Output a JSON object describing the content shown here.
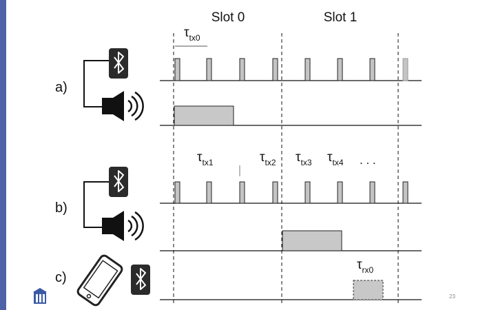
{
  "slot_labels": [
    "Slot 0",
    "Slot 1"
  ],
  "row_labels": [
    "a)",
    "b)",
    "c)"
  ],
  "tau_labels": {
    "tx0": {
      "base": "τ",
      "sub": "tx0"
    },
    "tx1": {
      "base": "τ",
      "sub": "tx1"
    },
    "tx2": {
      "base": "τ",
      "sub": "tx2"
    },
    "tx3": {
      "base": "τ",
      "sub": "tx3"
    },
    "tx4": {
      "base": "τ",
      "sub": "tx4"
    },
    "rx0": {
      "base": "τ",
      "sub": "rx0"
    }
  },
  "ellipsis": ". . .",
  "page_number": "23",
  "icons": [
    "bluetooth-icon",
    "speaker-icon",
    "smartphone-icon",
    "logo-icon"
  ],
  "colors": {
    "accent_bar": "#4e63a7",
    "pulse_fill": "#c4c4c4",
    "block_fill": "#c8c8c8",
    "icon_dark": "#2b2b2b"
  }
}
